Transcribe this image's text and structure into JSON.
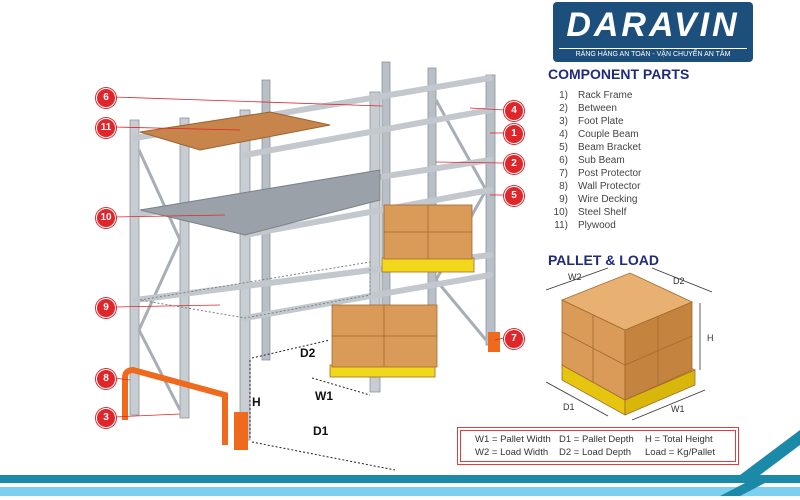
{
  "logo": {
    "brand": "DARAVIN",
    "tagline": "RÀNG HÀNG AN TOÀN - VẬN CHUYỂN AN TÂM"
  },
  "component_parts": {
    "title": "COMPONENT PARTS",
    "items": [
      {
        "n": "1)",
        "label": "Rack Frame"
      },
      {
        "n": "2)",
        "label": "Between"
      },
      {
        "n": "3)",
        "label": "Foot Plate"
      },
      {
        "n": "4)",
        "label": "Couple Beam"
      },
      {
        "n": "5)",
        "label": "Beam Bracket"
      },
      {
        "n": "6)",
        "label": "Sub Beam"
      },
      {
        "n": "7)",
        "label": "Post Protector"
      },
      {
        "n": "8)",
        "label": "Wall Protector"
      },
      {
        "n": "9)",
        "label": "Wire Decking"
      },
      {
        "n": "10)",
        "label": "Steel Shelf"
      },
      {
        "n": "11)",
        "label": "Plywood"
      }
    ]
  },
  "markers": [
    "6",
    "11",
    "10",
    "9",
    "8",
    "3",
    "4",
    "1",
    "2",
    "5",
    "7"
  ],
  "rack_dims": {
    "h": "H",
    "d2": "D2",
    "w1": "W1",
    "d1": "D1"
  },
  "pallet_load": {
    "title": "PALLET & LOAD",
    "w2": "W2",
    "d2": "D2",
    "h": "H",
    "d1": "D1",
    "w1": "W1"
  },
  "legend": {
    "rows": [
      [
        "W1 = Pallet Width",
        "D1 = Pallet Depth",
        "H = Total Height"
      ],
      [
        "W2 = Load Width",
        "D2 = Load Depth",
        "Load = Kg/Pallet"
      ]
    ]
  },
  "colors": {
    "brand": "#1d4f7c",
    "marker": "#e0262b",
    "title": "#1f2b7b",
    "stripe_dark": "#1b8aa8",
    "stripe_light": "#7dcfef"
  }
}
